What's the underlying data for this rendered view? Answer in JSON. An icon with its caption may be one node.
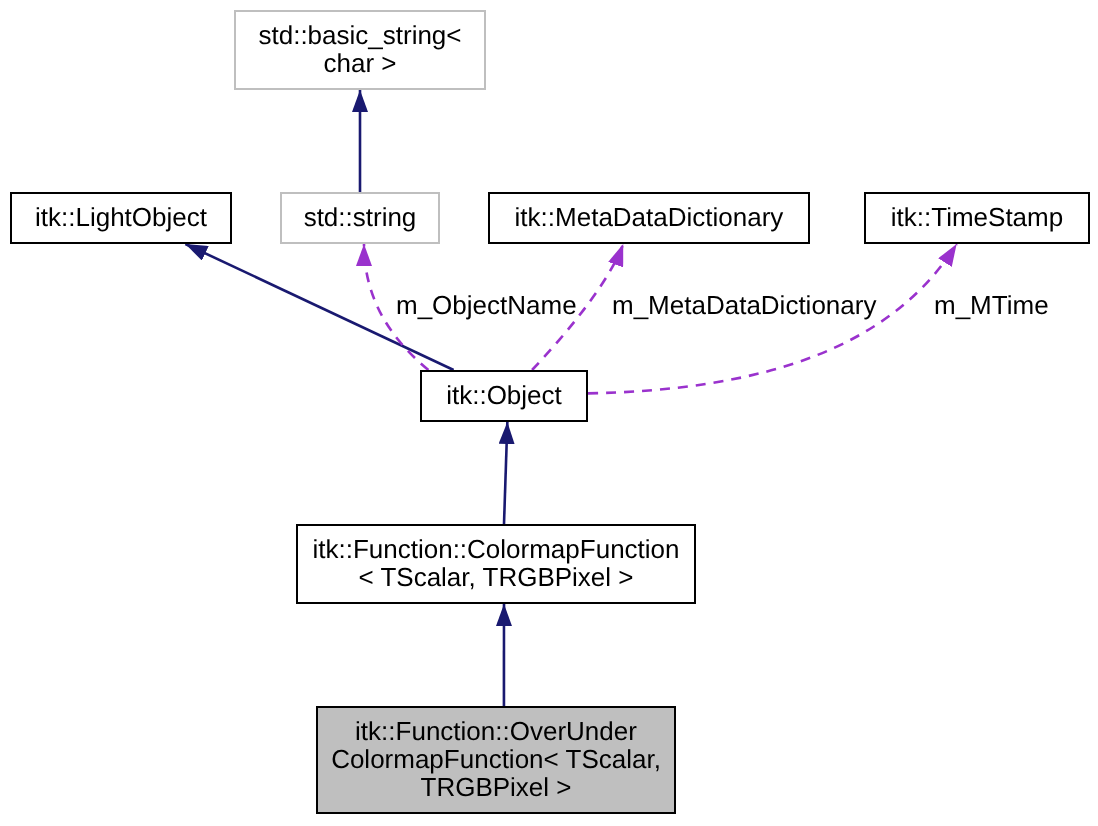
{
  "diagram": {
    "nodes": [
      {
        "text": [
          "std::basic_string< char >"
        ]
      },
      {
        "text": [
          "itk::LightObject"
        ]
      },
      {
        "text": [
          "std::string"
        ]
      },
      {
        "text": [
          "itk::MetaDataDictionary"
        ]
      },
      {
        "text": [
          "itk::TimeStamp"
        ]
      },
      {
        "text": [
          "itk::Object"
        ]
      },
      {
        "text": [
          "itk::Function::ColormapFunction < TScalar, TRGBPixel >"
        ]
      },
      {
        "text": [
          "itk::Function::OverUnder ColormapFunction< TScalar, TRGBPixel >"
        ]
      }
    ],
    "edges": [
      {
        "from": 2,
        "to": 0,
        "arrow": "to"
      },
      {
        "from": 5,
        "to": 1,
        "arrow": "to"
      },
      {
        "from": 5,
        "to": 2,
        "arrow": "to",
        "label": "m_ObjectName",
        "style": "dashed",
        "color": "#9a32cd"
      },
      {
        "from": 5,
        "to": 3,
        "arrow": "to",
        "label": "m_MetaDataDictionary",
        "style": "dashed",
        "color": "#9a32cd"
      },
      {
        "from": 5,
        "to": 4,
        "arrow": "to",
        "label": "m_MTime",
        "style": "dashed",
        "color": "#9a32cd"
      },
      {
        "from": 6,
        "to": 5,
        "arrow": "to"
      },
      {
        "from": 7,
        "to": 6,
        "arrow": "to"
      }
    ]
  }
}
